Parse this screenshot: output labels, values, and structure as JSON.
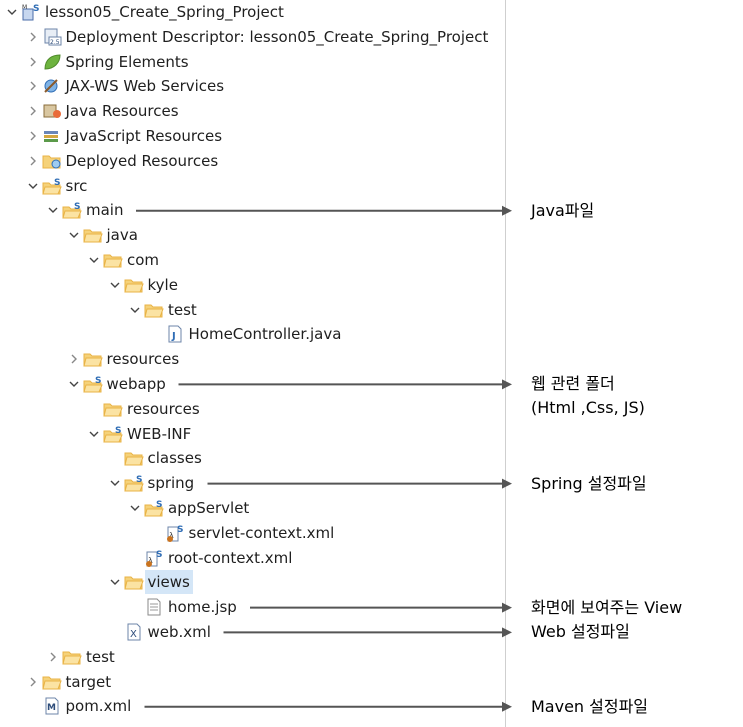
{
  "tree": {
    "items": [
      {
        "label": "lesson05_Create_Spring_Project",
        "icon": "maven-spring-project-icon",
        "depth": 0,
        "expanded": true,
        "has_toggle": true
      },
      {
        "label": "Deployment Descriptor: lesson05_Create_Spring_Project",
        "icon": "deployment-descriptor-icon",
        "depth": 1,
        "expanded": false,
        "has_toggle": true
      },
      {
        "label": "Spring Elements",
        "icon": "spring-leaf-icon",
        "depth": 1,
        "expanded": false,
        "has_toggle": true
      },
      {
        "label": "JAX-WS Web Services",
        "icon": "web-services-icon",
        "depth": 1,
        "expanded": false,
        "has_toggle": true
      },
      {
        "label": "Java Resources",
        "icon": "java-resources-icon",
        "depth": 1,
        "expanded": false,
        "has_toggle": true
      },
      {
        "label": "JavaScript Resources",
        "icon": "javascript-resources-icon",
        "depth": 1,
        "expanded": false,
        "has_toggle": true
      },
      {
        "label": "Deployed Resources",
        "icon": "deployed-resources-icon",
        "depth": 1,
        "expanded": false,
        "has_toggle": true
      },
      {
        "label": "src",
        "icon": "spring-folder-icon",
        "depth": 1,
        "expanded": true,
        "has_toggle": true
      },
      {
        "label": "main",
        "icon": "spring-folder-icon",
        "depth": 2,
        "expanded": true,
        "has_toggle": true
      },
      {
        "label": "java",
        "icon": "folder-icon",
        "depth": 3,
        "expanded": true,
        "has_toggle": true
      },
      {
        "label": "com",
        "icon": "folder-icon",
        "depth": 4,
        "expanded": true,
        "has_toggle": true
      },
      {
        "label": "kyle",
        "icon": "folder-icon",
        "depth": 5,
        "expanded": true,
        "has_toggle": true
      },
      {
        "label": "test",
        "icon": "folder-icon",
        "depth": 6,
        "expanded": true,
        "has_toggle": true
      },
      {
        "label": "HomeController.java",
        "icon": "java-file-icon",
        "depth": 7,
        "expanded": false,
        "has_toggle": false
      },
      {
        "label": "resources",
        "icon": "folder-icon",
        "depth": 3,
        "expanded": false,
        "has_toggle": true
      },
      {
        "label": "webapp",
        "icon": "spring-folder-icon",
        "depth": 3,
        "expanded": true,
        "has_toggle": true
      },
      {
        "label": "resources",
        "icon": "folder-icon",
        "depth": 4,
        "expanded": false,
        "has_toggle": false
      },
      {
        "label": "WEB-INF",
        "icon": "spring-folder-icon",
        "depth": 4,
        "expanded": true,
        "has_toggle": true
      },
      {
        "label": "classes",
        "icon": "folder-icon",
        "depth": 5,
        "expanded": false,
        "has_toggle": false
      },
      {
        "label": "spring",
        "icon": "spring-folder-icon",
        "depth": 5,
        "expanded": true,
        "has_toggle": true
      },
      {
        "label": "appServlet",
        "icon": "spring-folder-icon",
        "depth": 6,
        "expanded": true,
        "has_toggle": true
      },
      {
        "label": "servlet-context.xml",
        "icon": "spring-xml-icon",
        "depth": 7,
        "expanded": false,
        "has_toggle": false
      },
      {
        "label": "root-context.xml",
        "icon": "spring-xml-icon",
        "depth": 6,
        "expanded": false,
        "has_toggle": false
      },
      {
        "label": "views",
        "icon": "folder-icon",
        "depth": 5,
        "expanded": true,
        "has_toggle": true,
        "selected": true
      },
      {
        "label": "home.jsp",
        "icon": "jsp-file-icon",
        "depth": 6,
        "expanded": false,
        "has_toggle": false
      },
      {
        "label": "web.xml",
        "icon": "xml-file-icon",
        "depth": 5,
        "expanded": false,
        "has_toggle": false
      },
      {
        "label": "test",
        "icon": "folder-icon",
        "depth": 2,
        "expanded": false,
        "has_toggle": true
      },
      {
        "label": "target",
        "icon": "folder-icon",
        "depth": 1,
        "expanded": false,
        "has_toggle": true
      },
      {
        "label": "pom.xml",
        "icon": "maven-pom-icon",
        "depth": 1,
        "expanded": false,
        "has_toggle": false
      }
    ]
  },
  "annotations": [
    {
      "row": 8,
      "lines": [
        "Java파일"
      ]
    },
    {
      "row": 15,
      "lines": [
        "웹 관련 폴더",
        "(Html ,Css, JS)"
      ]
    },
    {
      "row": 19,
      "lines": [
        "Spring 설정파일"
      ]
    },
    {
      "row": 24,
      "lines": [
        "화면에 보여주는 View"
      ]
    },
    {
      "row": 25,
      "lines": [
        "Web 설정파일"
      ]
    },
    {
      "row": 28,
      "lines": [
        "Maven 설정파일"
      ]
    }
  ],
  "colors": {
    "folder": "#e9b345",
    "spring": "#2f6db5",
    "leaf": "#6db33f",
    "arrow": "#555555",
    "selection": "#d4e6f7"
  }
}
